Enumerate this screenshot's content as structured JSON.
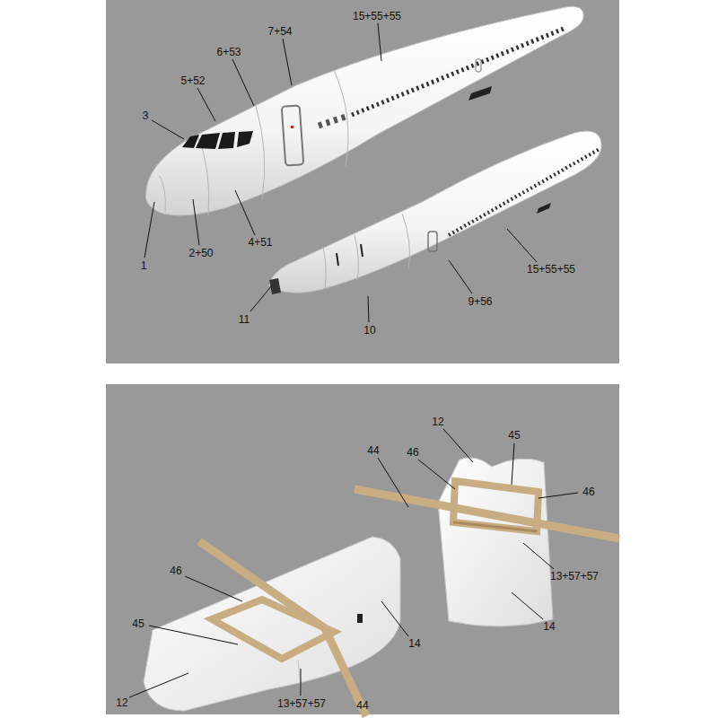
{
  "diagram": {
    "labels": [
      "15+55+55",
      "7+54",
      "6+53",
      "5+52",
      "3",
      "1",
      "2+50",
      "4+51",
      "15+55+55",
      "9+56",
      "11",
      "10",
      "12",
      "45",
      "44",
      "46",
      "46",
      "13+57+57",
      "14",
      "46",
      "45",
      "12",
      "13+57+57",
      "14",
      "44"
    ]
  }
}
